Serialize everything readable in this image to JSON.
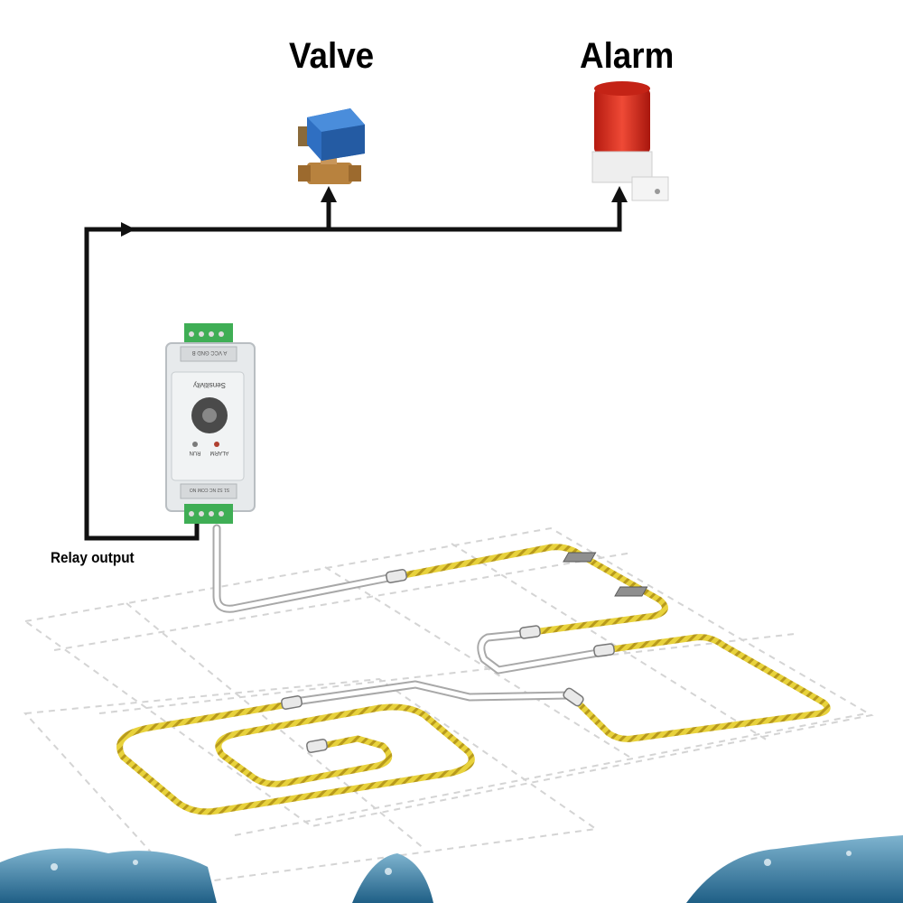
{
  "labels": {
    "valve": "Valve",
    "alarm": "Alarm",
    "relay_output": "Relay output"
  },
  "module": {
    "knob_label": "Sensitivity",
    "led_run": "RUN",
    "led_alarm": "ALARM",
    "top_terminal_text": "A VCC GND B",
    "bottom_terminal_text": "S1 S2 NC COM NO"
  },
  "colors": {
    "wire": "#111111",
    "sensor_cable": "#e6cf3a",
    "alarm_red": "#d62a1c",
    "valve_blue": "#2f6fc2",
    "terminal_green": "#3fae55"
  }
}
